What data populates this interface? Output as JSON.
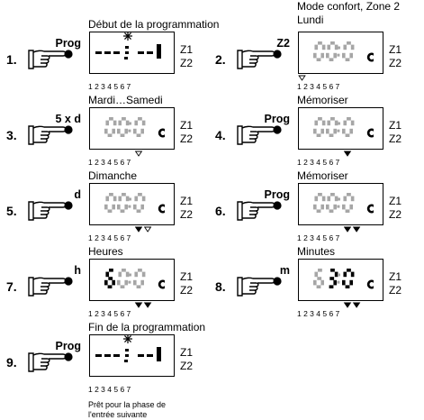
{
  "zones": [
    "Z1",
    "Z2"
  ],
  "day_numbers": "1 2 3 4 5 6 7",
  "steps": [
    {
      "number": "1.",
      "label": "Début de la programmation",
      "key": "Prog",
      "display": "dashes",
      "sun": true,
      "markers": []
    },
    {
      "number": "2.",
      "label": "Mode confort, Zone 2\nLundi",
      "key": "Z2",
      "display": "0:00",
      "sun": false,
      "markers": [
        {
          "day": 1,
          "hollow": true
        }
      ]
    },
    {
      "number": "3.",
      "label": "Mardi…Samedi",
      "key": "5 x d",
      "display": "0:00",
      "sun": false,
      "markers": [
        {
          "day": 6,
          "hollow": true
        }
      ]
    },
    {
      "number": "4.",
      "label": "Mémoriser",
      "key": "Prog",
      "display": "0:00",
      "sun": false,
      "markers": [
        {
          "day": 6,
          "hollow": false
        }
      ]
    },
    {
      "number": "5.",
      "label": "Dimanche",
      "key": "d",
      "display": "0:00",
      "sun": false,
      "markers": [
        {
          "day": 6,
          "hollow": false
        },
        {
          "day": 7,
          "hollow": true
        }
      ]
    },
    {
      "number": "6.",
      "label": "Mémoriser",
      "key": "Prog",
      "display": "0:00",
      "sun": false,
      "markers": [
        {
          "day": 6,
          "hollow": false
        },
        {
          "day": 7,
          "hollow": false
        }
      ]
    },
    {
      "number": "7.",
      "label": "Heures",
      "key": "h",
      "display": "6:00",
      "sun": false,
      "markers": [
        {
          "day": 6,
          "hollow": false
        },
        {
          "day": 7,
          "hollow": false
        }
      ]
    },
    {
      "number": "8.",
      "label": "Minutes",
      "key": "m",
      "display": "6:30",
      "sun": false,
      "markers": [
        {
          "day": 6,
          "hollow": false
        },
        {
          "day": 7,
          "hollow": false
        }
      ]
    },
    {
      "number": "9.",
      "label": "Fin de la programmation",
      "key": "Prog",
      "display": "dashes",
      "sun": true,
      "markers": []
    }
  ],
  "footnote": "Prêt pour la phase de\nl'entrée suivante"
}
